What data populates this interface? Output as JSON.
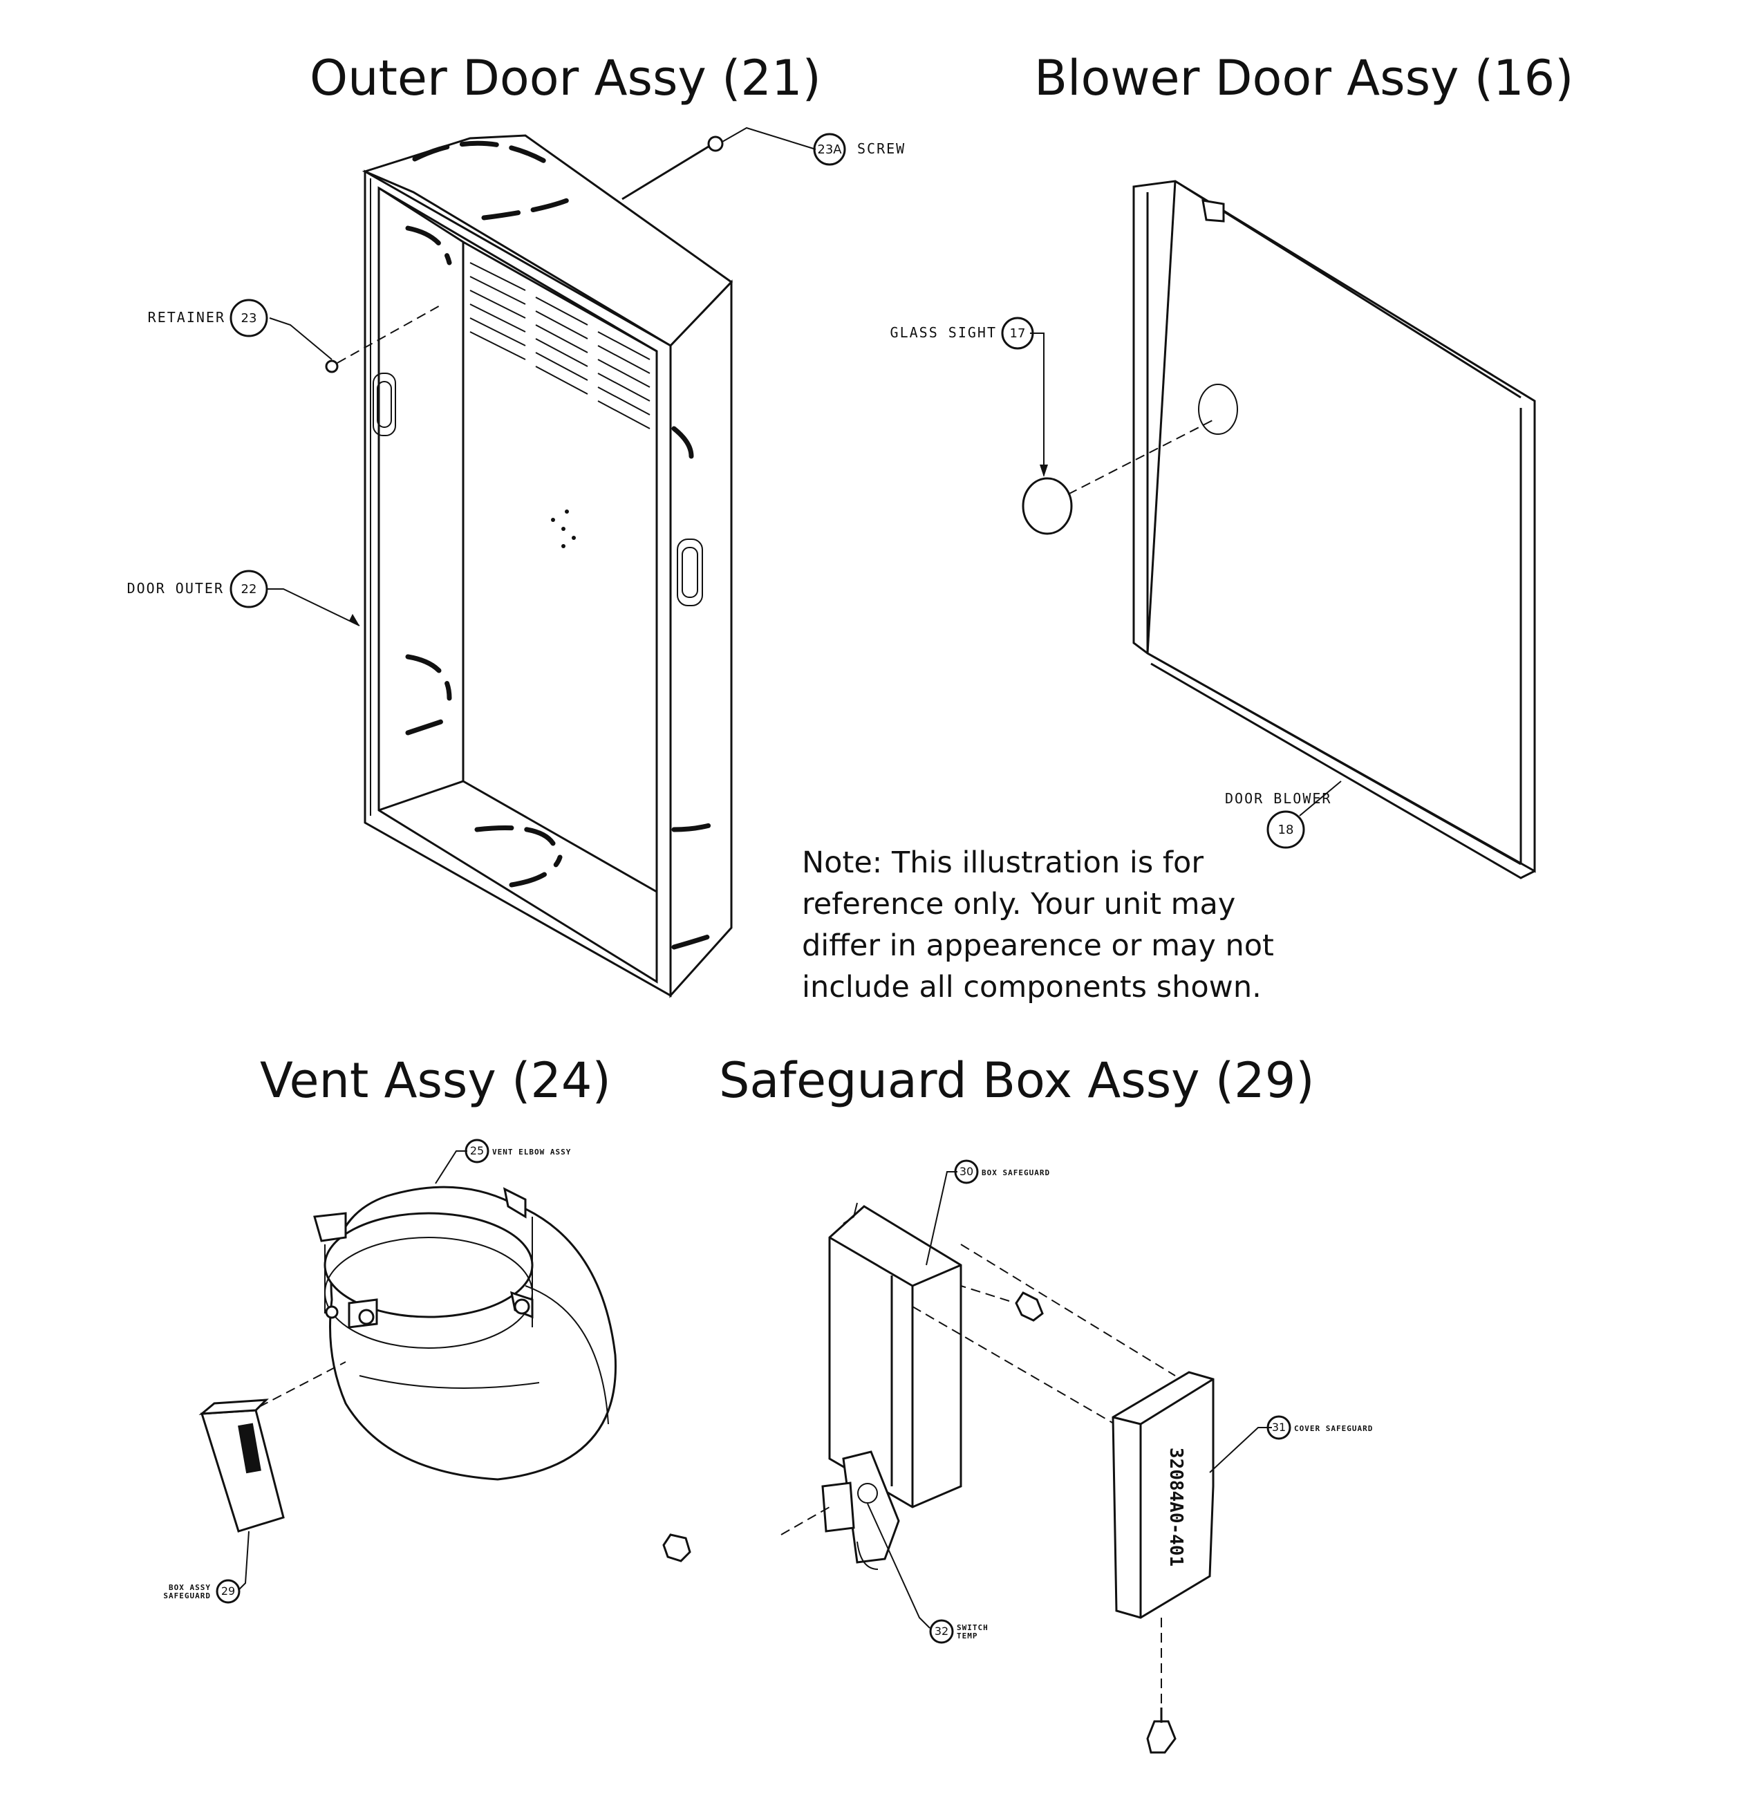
{
  "titles": {
    "outer_door": "Outer Door Assy (21)",
    "blower_door": "Blower Door Assy (16)",
    "vent": "Vent Assy (24)",
    "safeguard_box": "Safeguard Box Assy (29)"
  },
  "note": "Note: This illustration is for reference only. Your unit may differ in appearence or may not include all components shown.",
  "callouts": {
    "screw": {
      "num": "23A",
      "label": "SCREW"
    },
    "retainer": {
      "num": "23",
      "label": "RETAINER"
    },
    "door_outer": {
      "num": "22",
      "label": "DOOR OUTER"
    },
    "glass_sight": {
      "num": "17",
      "label": "GLASS SIGHT"
    },
    "door_blower": {
      "num": "18",
      "label": "DOOR BLOWER"
    },
    "vent_elbow": {
      "num": "25",
      "label": "VENT ELBOW ASSY"
    },
    "box_assy": {
      "num": "29",
      "label_1": "BOX ASSY",
      "label_2": "SAFEGUARD"
    },
    "box_safeguard": {
      "num": "30",
      "label": "BOX SAFEGUARD"
    },
    "cover_safeguard": {
      "num": "31",
      "label": "COVER SAFEGUARD"
    },
    "switch_temp": {
      "num": "32",
      "label_1": "SWITCH",
      "label_2": "TEMP"
    }
  },
  "part_markings": {
    "cover_text": "32084A0-401"
  }
}
